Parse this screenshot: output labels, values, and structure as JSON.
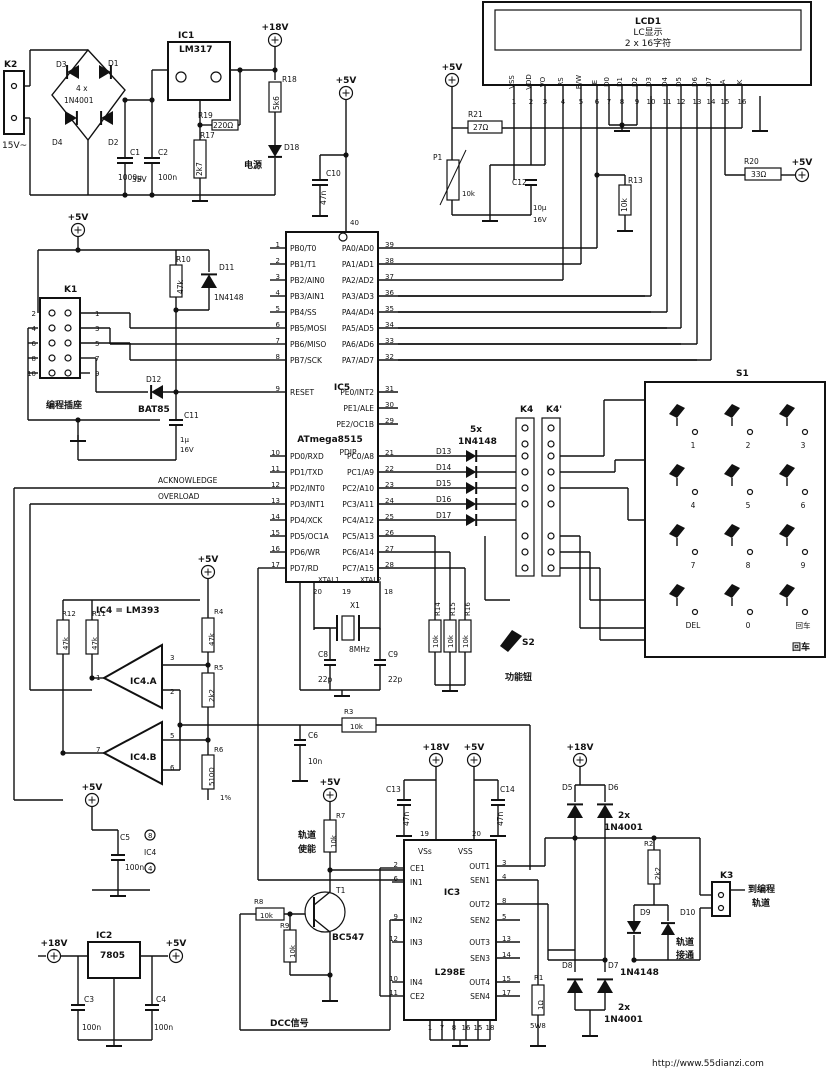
{
  "power": {
    "v18": "+18V",
    "v5": "+5V",
    "ac15": "15V~"
  },
  "connectors": {
    "k2": "K2",
    "k1": "K1",
    "k1_caption": "编程插座",
    "k3": "K3",
    "k3_caption_1": "到编程",
    "k3_caption_2": "轨道",
    "k4": "K4",
    "k4b": "K4'",
    "k1_pins": [
      "1",
      "2",
      "3",
      "4",
      "5",
      "6",
      "7",
      "8",
      "9",
      "10"
    ]
  },
  "lcd": {
    "name": "LCD1",
    "line1": "LC显示",
    "line2": "2 x 16字符",
    "pin_names": [
      "VSS",
      "VDD",
      "VO",
      "RS",
      "R/W",
      "E",
      "D0",
      "D1",
      "D2",
      "D3",
      "D4",
      "D5",
      "D6",
      "D7",
      "A",
      "K"
    ],
    "pin_numbers": [
      "1",
      "2",
      "3",
      "4",
      "5",
      "6",
      "7",
      "8",
      "9",
      "10",
      "11",
      "12",
      "13",
      "14",
      "15",
      "16"
    ]
  },
  "mcu": {
    "name": "IC5",
    "part": "ATmega8515",
    "package": "PDIP",
    "left_pins": [
      {
        "n": "1",
        "name": "PB0/T0"
      },
      {
        "n": "2",
        "name": "PB1/T1"
      },
      {
        "n": "3",
        "name": "PB2/AIN0"
      },
      {
        "n": "4",
        "name": "PB3/AIN1"
      },
      {
        "n": "5",
        "name": "PB4/SS"
      },
      {
        "n": "6",
        "name": "PB5/MOSI"
      },
      {
        "n": "7",
        "name": "PB6/MISO"
      },
      {
        "n": "8",
        "name": "PB7/SCK"
      },
      {
        "n": "9",
        "name": "RESET"
      },
      {
        "n": "10",
        "name": "PD0/RXD"
      },
      {
        "n": "11",
        "name": "PD1/TXD"
      },
      {
        "n": "12",
        "name": "PD2/INT0"
      },
      {
        "n": "13",
        "name": "PD3/INT1"
      },
      {
        "n": "14",
        "name": "PD4/XCK"
      },
      {
        "n": "15",
        "name": "PD5/OC1A"
      },
      {
        "n": "16",
        "name": "PD6/WR"
      },
      {
        "n": "17",
        "name": "PD7/RD"
      }
    ],
    "right_pins": [
      {
        "n": "39",
        "name": "PA0/AD0"
      },
      {
        "n": "38",
        "name": "PA1/AD1"
      },
      {
        "n": "37",
        "name": "PA2/AD2"
      },
      {
        "n": "36",
        "name": "PA3/AD3"
      },
      {
        "n": "35",
        "name": "PA4/AD4"
      },
      {
        "n": "34",
        "name": "PA5/AD5"
      },
      {
        "n": "33",
        "name": "PA6/AD6"
      },
      {
        "n": "32",
        "name": "PA7/AD7"
      },
      {
        "n": "31",
        "name": "PE0/INT2"
      },
      {
        "n": "30",
        "name": "PE1/ALE"
      },
      {
        "n": "29",
        "name": "PE2/OC1B"
      },
      {
        "n": "21",
        "name": "PC0/A8"
      },
      {
        "n": "22",
        "name": "PC1/A9"
      },
      {
        "n": "23",
        "name": "PC2/A10"
      },
      {
        "n": "24",
        "name": "PC3/A11"
      },
      {
        "n": "25",
        "name": "PC4/A12"
      },
      {
        "n": "26",
        "name": "PC5/A13"
      },
      {
        "n": "27",
        "name": "PC6/A14"
      },
      {
        "n": "28",
        "name": "PC7/A15"
      }
    ],
    "top_pin": "40",
    "bottom_pins": [
      {
        "n": "20",
        "name": "XTAL1"
      },
      {
        "n": "19",
        "name": ""
      },
      {
        "n": "18",
        "name": "XTAL2"
      }
    ],
    "xtal1": "XTAL1",
    "xtal2": "XTAL2"
  },
  "signals": {
    "acknowledge": "ACKNOWLEDGE",
    "overload": "OVERLOAD",
    "dcc": "DCC信号",
    "func_button": "功能钮",
    "power_led": "电源",
    "track_enable_1": "轨道",
    "track_enable_2": "使能",
    "track_connect_1": "轨道",
    "track_connect_2": "接通"
  },
  "bridge": {
    "label_1": "4 x",
    "label_2": "1N4001",
    "diodes": [
      "D3",
      "D1",
      "D4",
      "D2"
    ]
  },
  "regulator1": {
    "name": "IC1",
    "part": "LM317"
  },
  "regulator2": {
    "name": "IC2",
    "part": "7805"
  },
  "comparator": {
    "name": "IC4 = LM393",
    "a": "IC4.A",
    "b": "IC4.B",
    "pins": [
      "1",
      "2",
      "3",
      "5",
      "6",
      "7",
      "8",
      "4"
    ],
    "label": "IC4"
  },
  "driver": {
    "name": "IC3",
    "part": "L298E",
    "left_pins": [
      {
        "n": "2",
        "name": "CE1"
      },
      {
        "n": "6",
        "name": "IN1"
      },
      {
        "n": "9",
        "name": "IN2"
      },
      {
        "n": "12",
        "name": "IN3"
      },
      {
        "n": "10",
        "name": "IN4"
      },
      {
        "n": "11",
        "name": "CE2"
      }
    ],
    "right_pins": [
      {
        "n": "3",
        "name": "OUT1"
      },
      {
        "n": "4",
        "name": "SEN1"
      },
      {
        "n": "8",
        "name": "OUT2"
      },
      {
        "n": "5",
        "name": "SEN2"
      },
      {
        "n": "13",
        "name": "OUT3"
      },
      {
        "n": "14",
        "name": "SEN3"
      },
      {
        "n": "15",
        "name": "OUT4"
      },
      {
        "n": "17",
        "name": "SEN4"
      }
    ],
    "top": [
      {
        "n": "19",
        "name": "VSs"
      },
      {
        "n": "20",
        "name": "VSS"
      }
    ],
    "bottom_pins": [
      "1",
      "7",
      "8",
      "16",
      "15",
      "18"
    ]
  },
  "keypad": {
    "name": "S1",
    "keys": [
      "1",
      "2",
      "3",
      "4",
      "5",
      "6",
      "7",
      "8",
      "9",
      "DEL",
      "0",
      "回车"
    ]
  },
  "transistor": {
    "name": "T1",
    "part": "BC547"
  },
  "crystal": {
    "name": "X1",
    "value": "8MHz"
  },
  "diodes_d13_17": {
    "label_1": "5x",
    "label_2": "1N4148",
    "names": [
      "D13",
      "D14",
      "D15",
      "D16",
      "D17"
    ]
  },
  "components": {
    "resistors": [
      {
        "name": "R18",
        "value": "5k6"
      },
      {
        "name": "R19",
        "value": "220Ω"
      },
      {
        "name": "R17",
        "value": "2k7"
      },
      {
        "name": "R21",
        "value": "27Ω"
      },
      {
        "name": "R13",
        "value": "10k"
      },
      {
        "name": "R20",
        "value": "33Ω"
      },
      {
        "name": "R10",
        "value": "47k"
      },
      {
        "name": "R12",
        "value": "47k"
      },
      {
        "name": "R11",
        "value": "47k"
      },
      {
        "name": "R4",
        "value": "47k"
      },
      {
        "name": "R5",
        "value": "2k2"
      },
      {
        "name": "R6",
        "value": "510Ω"
      },
      {
        "name": "R3",
        "value": "10k"
      },
      {
        "name": "R7",
        "value": "10k"
      },
      {
        "name": "R8",
        "value": "10k"
      },
      {
        "name": "R9",
        "value": "10k"
      },
      {
        "name": "R14",
        "value": "10k"
      },
      {
        "name": "R15",
        "value": "10k"
      },
      {
        "name": "R16",
        "value": "10k"
      },
      {
        "name": "R1",
        "value": "1Ω"
      },
      {
        "name": "R2",
        "value": "2k2"
      }
    ],
    "capacitors": [
      {
        "name": "C1",
        "value": "1000μ",
        "v": "35V"
      },
      {
        "name": "C2",
        "value": "100n"
      },
      {
        "name": "C10",
        "value": "47n"
      },
      {
        "name": "C12",
        "value": "10μ",
        "v": "16V"
      },
      {
        "name": "C11",
        "value": "1μ",
        "v": "16V"
      },
      {
        "name": "C8",
        "value": "22p"
      },
      {
        "name": "C9",
        "value": "22p"
      },
      {
        "name": "C6",
        "value": "10n"
      },
      {
        "name": "C5",
        "value": "100n"
      },
      {
        "name": "C13",
        "value": "47n"
      },
      {
        "name": "C14",
        "value": "47n"
      },
      {
        "name": "C3",
        "value": "100n"
      },
      {
        "name": "C4",
        "value": "100n"
      }
    ],
    "others": {
      "p1": "P1",
      "p1_value": "10k",
      "d18": "D18",
      "d11": "D11",
      "d11_part": "1N4148",
      "d12": "D12",
      "d12_part": "BAT85",
      "d9": "D9",
      "d10": "D10",
      "d9_part": "1N4148",
      "d5": "D5",
      "d6": "D6",
      "d8": "D8",
      "d7": "D7",
      "d56_part_1": "2x",
      "d56_part_2": "1N4001",
      "d87_part_1": "2x",
      "d87_part_2": "1N4001",
      "r6_tol": "1%",
      "r1_w": "5W8",
      "s2": "S2"
    }
  },
  "watermark": "http://www.55dianzi.com"
}
